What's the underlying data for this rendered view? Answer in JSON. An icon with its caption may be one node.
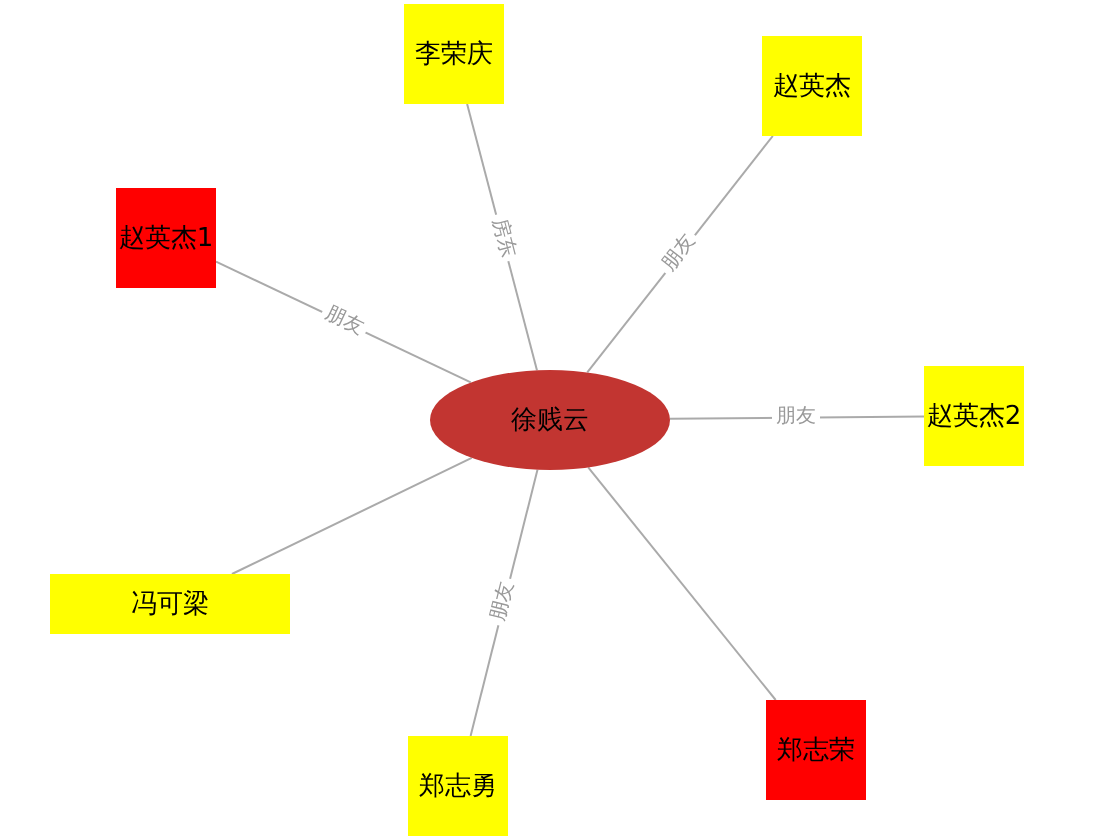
{
  "diagram": {
    "nodes": [
      {
        "text": [
          "徐贱云"
        ]
      },
      {
        "text": [
          "李荣庆"
        ]
      },
      {
        "text": [
          "赵英杰"
        ]
      },
      {
        "text": [
          "赵英杰1"
        ]
      },
      {
        "text": [
          "赵英杰2"
        ]
      },
      {
        "text": [
          "冯可梁"
        ]
      },
      {
        "text": [
          "郑志勇"
        ]
      },
      {
        "text": [
          "郑志荣"
        ]
      }
    ],
    "edges": [
      {
        "from": 0,
        "to": 1,
        "arrow": "none",
        "label": "房东"
      },
      {
        "from": 0,
        "to": 2,
        "arrow": "none",
        "label": "朋友"
      },
      {
        "from": 0,
        "to": 3,
        "arrow": "none",
        "label": "朋友"
      },
      {
        "from": 0,
        "to": 4,
        "arrow": "none",
        "label": "朋友"
      },
      {
        "from": 0,
        "to": 5,
        "arrow": "none"
      },
      {
        "from": 0,
        "to": 6,
        "arrow": "none",
        "label": "朋友"
      },
      {
        "from": 0,
        "to": 7,
        "arrow": "none"
      }
    ]
  }
}
